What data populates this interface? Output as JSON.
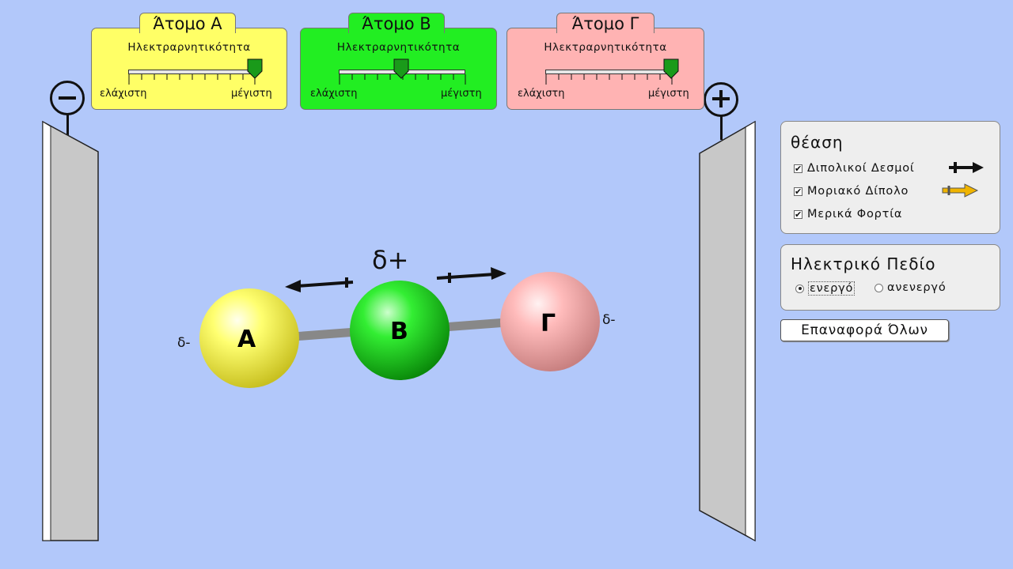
{
  "atoms": [
    {
      "id": "A",
      "title": "Άτομο Α",
      "en_label": "Ηλεκτραρνητικότητα",
      "min_label": "ελάχιστη",
      "max_label": "μέγιστη",
      "color": "#ffff66",
      "electronegativity": 1.0
    },
    {
      "id": "B",
      "title": "Άτομο Β",
      "en_label": "Ηλεκτραρνητικότητα",
      "min_label": "ελάχιστη",
      "max_label": "μέγιστη",
      "color": "#22ee22",
      "electronegativity": 0.5
    },
    {
      "id": "G",
      "title": "Άτομο Γ",
      "en_label": "Ηλεκτραρνητικότητα",
      "min_label": "ελάχιστη",
      "max_label": "μέγιστη",
      "color": "#ffb3b3",
      "electronegativity": 1.0
    }
  ],
  "molecule": {
    "atom_labels": [
      "A",
      "B",
      "Γ"
    ],
    "charge_b": "δ+",
    "charge_a": "δ-",
    "charge_g": "δ-"
  },
  "view_panel": {
    "title": "θέαση",
    "options": [
      {
        "label": "Διπολικοί Δεσμοί",
        "checked": true
      },
      {
        "label": "Μοριακό Δίπολο",
        "checked": true
      },
      {
        "label": "Μερικά Φορτία",
        "checked": true
      }
    ]
  },
  "field_panel": {
    "title": "Ηλεκτρικό Πεδίο",
    "options": [
      {
        "label": "ενεργό",
        "selected": true
      },
      {
        "label": "ανενεργό",
        "selected": false
      }
    ]
  },
  "reset_label": "Επαναφορά Όλων",
  "plates": {
    "left_sign": "negative",
    "right_sign": "positive"
  },
  "colors": {
    "background": "#b2c8fa",
    "dipole_arrow": "#f0b400"
  }
}
